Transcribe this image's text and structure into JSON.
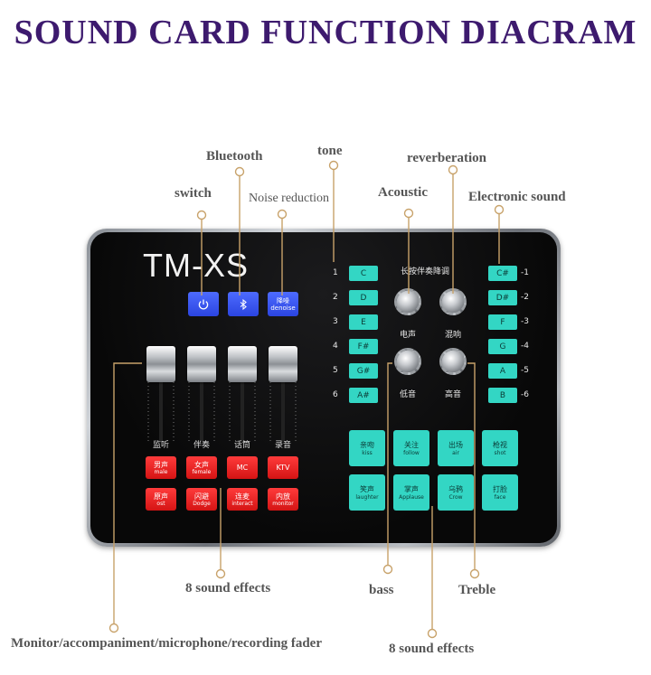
{
  "title": "SOUND CARD FUNCTION DIACRAM",
  "labels": {
    "bluetooth": "Bluetooth",
    "tone": "tone",
    "reverberation": "reverberation",
    "switch": "switch",
    "noise_reduction": "Noise reduction",
    "acoustic": "Acoustic",
    "electronic_sound": "Electronic sound",
    "sound_effects_left": "8 sound effects",
    "bass": "bass",
    "treble": "Treble",
    "fader": "Monitor/accompaniment/microphone/recording fader",
    "sound_effects_bottom": "8 sound effects"
  },
  "device": {
    "brand": "TM-XS",
    "top_buttons": [
      {
        "name": "power",
        "icon": "power-icon"
      },
      {
        "name": "bluetooth",
        "icon": "bluetooth-icon"
      },
      {
        "name": "denoise",
        "zh": "降噪",
        "en": "denoise"
      }
    ],
    "channels": [
      "监听",
      "伴奏",
      "话筒",
      "录音"
    ],
    "red_buttons": [
      {
        "zh": "男声",
        "en": "male"
      },
      {
        "zh": "女声",
        "en": "female"
      },
      {
        "zh": "MC",
        "en": ""
      },
      {
        "zh": "KTV",
        "en": ""
      },
      {
        "zh": "原声",
        "en": "ost"
      },
      {
        "zh": "闪避",
        "en": "Dodge"
      },
      {
        "zh": "连麦",
        "en": "interact"
      },
      {
        "zh": "内放",
        "en": "monitor"
      }
    ],
    "tone_header": "长按伴奏降调",
    "tone_left": [
      {
        "num": "1",
        "key": "C"
      },
      {
        "num": "2",
        "key": "D"
      },
      {
        "num": "3",
        "key": "E"
      },
      {
        "num": "4",
        "key": "F#"
      },
      {
        "num": "5",
        "key": "G#"
      },
      {
        "num": "6",
        "key": "A#"
      }
    ],
    "tone_right": [
      {
        "num": "-1",
        "key": "C#"
      },
      {
        "num": "-2",
        "key": "D#"
      },
      {
        "num": "-3",
        "key": "F"
      },
      {
        "num": "-4",
        "key": "G"
      },
      {
        "num": "-5",
        "key": "A"
      },
      {
        "num": "-6",
        "key": "B"
      }
    ],
    "knobs": [
      "电声",
      "混响",
      "低音",
      "高音"
    ],
    "pads": [
      {
        "zh": "亲吻",
        "en": "kiss"
      },
      {
        "zh": "关注",
        "en": "follow"
      },
      {
        "zh": "出场",
        "en": "air"
      },
      {
        "zh": "枪视",
        "en": "shot"
      },
      {
        "zh": "笑声",
        "en": "laughter"
      },
      {
        "zh": "掌声",
        "en": "Applause"
      },
      {
        "zh": "乌鸦",
        "en": "Crow"
      },
      {
        "zh": "打脸",
        "en": "face"
      }
    ]
  },
  "colors": {
    "title": "#3d1a6e",
    "leader": "#c8a26a",
    "blue_button": "#2b45e0",
    "red_button": "#e21b1b",
    "teal_button": "#33d6c4"
  }
}
